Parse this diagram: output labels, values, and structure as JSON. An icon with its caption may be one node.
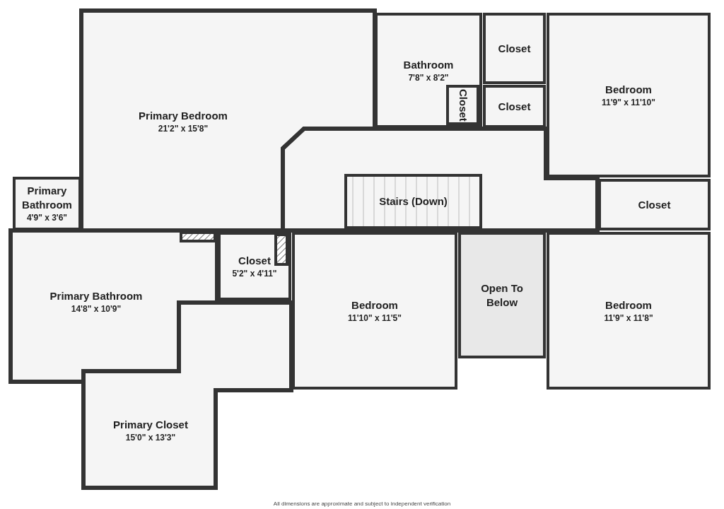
{
  "diagram": {
    "nodes": [
      {
        "text": [
          "Primary Bedroom",
          "21'2\" x 15'8\""
        ]
      },
      {
        "text": [
          "Bathroom",
          "7'8\" x 8'2\""
        ]
      },
      {
        "text": [
          "Closet"
        ],
        "in": 1
      },
      {
        "text": [
          "Closet"
        ]
      },
      {
        "text": [
          "Closet"
        ]
      },
      {
        "text": [
          "Bedroom",
          "11'9\" x 11'10\""
        ]
      },
      {
        "text": [
          "Primary Bathroom",
          "4'9\" x 3'6\""
        ]
      },
      {
        "text": [
          "Stairs (Down)"
        ]
      },
      {
        "text": [
          "Closet"
        ]
      },
      {
        "text": [
          "Closet",
          "5'2\" x 4'11\""
        ]
      },
      {
        "text": [
          "Bedroom",
          "11'10\" x 11'5\""
        ]
      },
      {
        "text": [
          "Open To Below"
        ]
      },
      {
        "text": [
          "Bedroom",
          "11'9\" x 11'8\""
        ]
      },
      {
        "text": [
          "Primary Bathroom",
          "14'8\" x 10'9\""
        ]
      },
      {
        "text": [
          "Primary Closet",
          "15'0\" x 13'3\""
        ]
      }
    ],
    "labels": [
      "All dimensions are approximate and subject to independent verification"
    ]
  }
}
